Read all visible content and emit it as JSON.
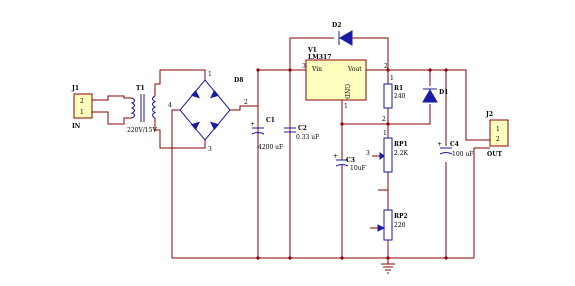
{
  "components": {
    "j1": {
      "ref": "J1",
      "pin_a": "2",
      "pin_b": "1",
      "net": "IN"
    },
    "t1": {
      "ref": "T1",
      "value": "220V/15V"
    },
    "bridge": {
      "ref": "D8",
      "pin_ac1": "1",
      "pin_ac2": "3",
      "pin_minus": "4",
      "pin_plus": "2"
    },
    "c1": {
      "ref": "C1",
      "value": "4200 uF",
      "polarity": "+"
    },
    "c2": {
      "ref": "C2",
      "value": "0.33 uF"
    },
    "u1": {
      "ref": "V1",
      "part": "LM317",
      "pin_vin": "Vin",
      "pin_vout": "Vout",
      "pin_adj": "GND",
      "pin1": "1",
      "pin2": "2",
      "pin3": "3"
    },
    "d2": {
      "ref": "D2"
    },
    "d1": {
      "ref": "D1"
    },
    "r1": {
      "ref": "R1",
      "value": "240",
      "pin1": "1",
      "pin2": "2"
    },
    "c3": {
      "ref": "C3",
      "value": "10uF",
      "polarity": "+"
    },
    "rp1": {
      "ref": "RP1",
      "value": "2.2K",
      "pin1": "1",
      "pin3": "3"
    },
    "rp2": {
      "ref": "RP2",
      "value": "220"
    },
    "c4": {
      "ref": "C4",
      "value": "100 uF",
      "polarity": "+"
    },
    "j2": {
      "ref": "J2",
      "pin_a": "1",
      "pin_b": "2",
      "net": "OUT"
    }
  },
  "colors": {
    "wire": "#8b0000",
    "component": "#1a1aa6",
    "regulator_fill": "#ffffc0",
    "junction": "#8b0000"
  }
}
